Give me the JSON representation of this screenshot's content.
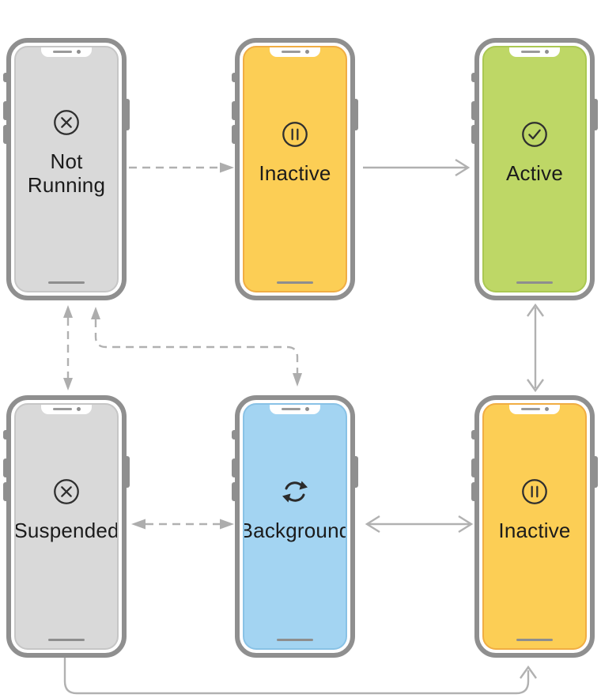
{
  "diagram": {
    "type": "ios-app-lifecycle-state-diagram",
    "colors": {
      "phone_frame": "#8f8f8f",
      "arrow": "#b1b1b1",
      "label_text": "#1b1b1b",
      "icon_stroke": "#2f2f2f",
      "gray_screen": "#d9d9d9",
      "yellow_screen": "#fcce55",
      "green_screen": "#bed766",
      "blue_screen": "#a3d4f2"
    },
    "phones": [
      {
        "id": "not-running",
        "label": "Not Running",
        "icon": "x-circle-icon",
        "screen_color": "#d9d9d9",
        "border_color": "#c6c6c6"
      },
      {
        "id": "inactive-top",
        "label": "Inactive",
        "icon": "pause-circle-icon",
        "screen_color": "#fcce55",
        "border_color": "#f0ad43"
      },
      {
        "id": "active",
        "label": "Active",
        "icon": "check-circle-icon",
        "screen_color": "#bed766",
        "border_color": "#aac852"
      },
      {
        "id": "suspended",
        "label": "Suspended",
        "icon": "x-circle-icon",
        "screen_color": "#d9d9d9",
        "border_color": "#c6c6c6"
      },
      {
        "id": "background",
        "label": "Background",
        "icon": "refresh-icon",
        "screen_color": "#a3d4f2",
        "border_color": "#89c2e6"
      },
      {
        "id": "inactive-bottom",
        "label": "Inactive",
        "icon": "pause-circle-icon",
        "screen_color": "#fcce55",
        "border_color": "#f0ad43"
      }
    ],
    "transitions": [
      {
        "from": "not-running",
        "to": "inactive-top",
        "line": "dashed",
        "heads": "end",
        "head_type": "triangle",
        "shape": "straight"
      },
      {
        "from": "inactive-top",
        "to": "active",
        "line": "solid",
        "heads": "end",
        "head_type": "chevron",
        "shape": "straight"
      },
      {
        "from": "active",
        "to": "inactive-bottom",
        "line": "solid",
        "heads": "both",
        "head_type": "chevron",
        "shape": "straight"
      },
      {
        "from": "not-running",
        "to": "suspended",
        "line": "dashed",
        "heads": "both",
        "head_type": "triangle",
        "shape": "straight"
      },
      {
        "from": "not-running",
        "to": "background",
        "line": "dashed",
        "heads": "both",
        "head_type": "triangle",
        "shape": "elbow"
      },
      {
        "from": "suspended",
        "to": "background",
        "line": "dashed",
        "heads": "both",
        "head_type": "triangle",
        "shape": "straight"
      },
      {
        "from": "background",
        "to": "inactive-bottom",
        "line": "solid",
        "heads": "both",
        "head_type": "chevron",
        "shape": "straight"
      },
      {
        "from": "suspended",
        "to": "inactive-bottom",
        "line": "solid",
        "heads": "end",
        "head_type": "chevron",
        "shape": "elbow-bottom"
      }
    ]
  }
}
